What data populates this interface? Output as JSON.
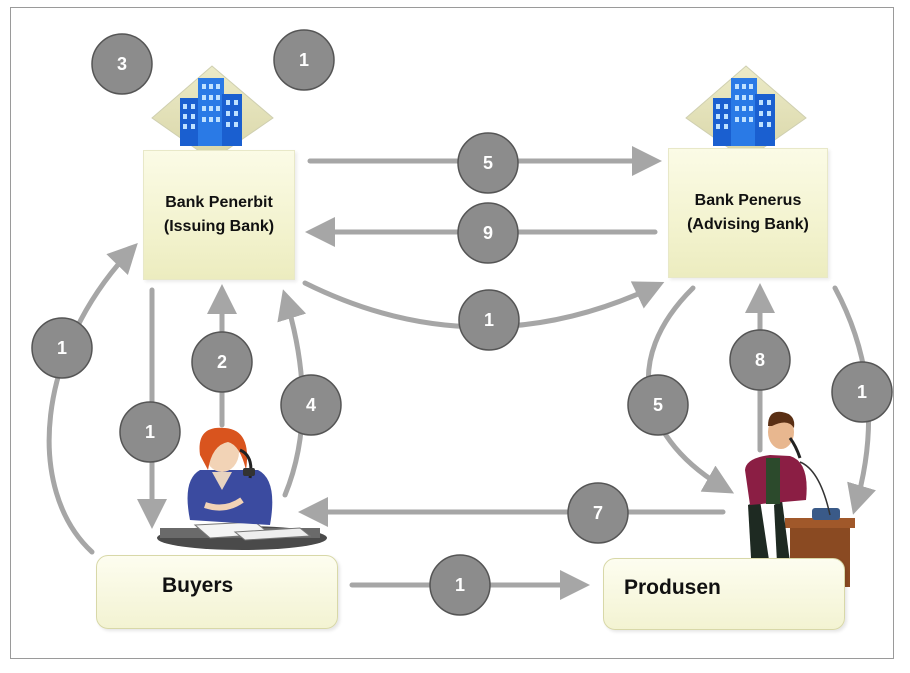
{
  "nodes": {
    "issuing_bank": {
      "line1": "Bank Penerbit",
      "line2": "(Issuing Bank)"
    },
    "advising_bank": {
      "line1": "Bank Penerus",
      "line2": "(Advising Bank)"
    },
    "buyers": {
      "label": "Buyers"
    },
    "produsen": {
      "label": "Produsen"
    }
  },
  "markers": [
    {
      "id": "m-top-left-3",
      "label": "3"
    },
    {
      "id": "m-top-left-1",
      "label": "1"
    },
    {
      "id": "m-issuing-to-advising",
      "label": "5"
    },
    {
      "id": "m-advising-to-issuing",
      "label": "9"
    },
    {
      "id": "m-curve-issuing-advising",
      "label": "1"
    },
    {
      "id": "m-left-outer",
      "label": "1"
    },
    {
      "id": "m-buyer-to-bank",
      "label": "2"
    },
    {
      "id": "m-bank-to-buyer",
      "label": "1"
    },
    {
      "id": "m-buyer-curve-to-bank",
      "label": "4"
    },
    {
      "id": "m-advising-to-produsen",
      "label": "5"
    },
    {
      "id": "m-produsen-to-advising",
      "label": "8"
    },
    {
      "id": "m-right-outer",
      "label": "1"
    },
    {
      "id": "m-produsen-to-buyer",
      "label": "7"
    },
    {
      "id": "m-buyer-to-produsen",
      "label": "1"
    }
  ],
  "colors": {
    "arrow": "#a6a6a6",
    "marker_fill": "#8c8c8c",
    "marker_stroke": "#555555",
    "box_fill": "#f5f5d6",
    "building": "#1f6fd6"
  }
}
